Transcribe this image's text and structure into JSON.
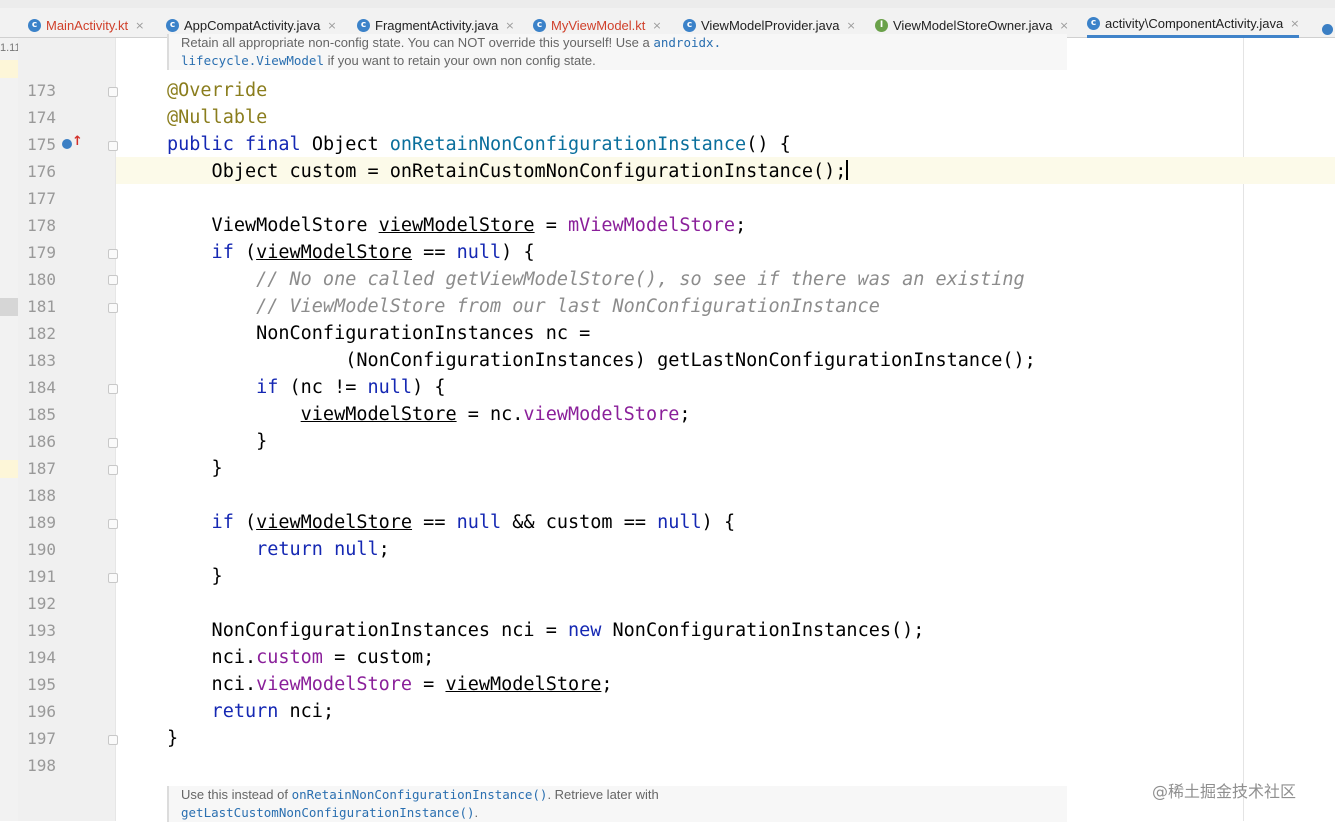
{
  "tabs": [
    {
      "label": "MainActivity.kt",
      "color": "#d0402b",
      "icon": "kotlin-class-icon",
      "active": false
    },
    {
      "label": "AppCompatActivity.java",
      "color": "#222222",
      "icon": "java-class-icon",
      "active": false
    },
    {
      "label": "FragmentActivity.java",
      "color": "#222222",
      "icon": "java-class-icon",
      "active": false
    },
    {
      "label": "MyViewModel.kt",
      "color": "#d0402b",
      "icon": "kotlin-class-icon",
      "active": false
    },
    {
      "label": "ViewModelProvider.java",
      "color": "#222222",
      "icon": "java-class-icon",
      "active": false
    },
    {
      "label": "ViewModelStoreOwner.java",
      "color": "#222222",
      "icon": "java-interface-icon",
      "active": false
    },
    {
      "label": "activity\\ComponentActivity.java",
      "color": "#222222",
      "icon": "java-class-icon",
      "active": true
    }
  ],
  "left_strip_label": "1.11",
  "doc_top": {
    "line1_text": "Retain all appropriate non-config state. You can NOT override this yourself! Use a ",
    "line1_code": "androidx.",
    "line2_code": "lifecycle.ViewModel",
    "line2_text": " if you want to retain your own non config state."
  },
  "line_numbers": [
    "173",
    "174",
    "175",
    "176",
    "177",
    "178",
    "179",
    "180",
    "181",
    "182",
    "183",
    "184",
    "185",
    "186",
    "187",
    "188",
    "189",
    "190",
    "191",
    "192",
    "193",
    "194",
    "195",
    "196",
    "197",
    "198"
  ],
  "code": {
    "l173": "@Override",
    "l174": "@Nullable",
    "l175_kw1": "public",
    "l175_kw2": "final",
    "l175_type": "Object",
    "l175_fn": "onRetainNonConfigurationInstance",
    "l175_tail": "() {",
    "l176": "    Object custom = onRetainCustomNonConfigurationInstance();",
    "l178_type": "    ViewModelStore ",
    "l178_var": "viewModelStore",
    "l178_eq": " = ",
    "l178_field": "mViewModelStore",
    "l178_end": ";",
    "l179_kw": "    if",
    "l179_a": " (",
    "l179_var": "viewModelStore",
    "l179_b": " == ",
    "l179_null": "null",
    "l179_c": ") {",
    "l180": "        // No one called getViewModelStore(), so see if there was an existing",
    "l181": "        // ViewModelStore from our last NonConfigurationInstance",
    "l182": "        NonConfigurationInstances nc =",
    "l183": "                (NonConfigurationInstances) getLastNonConfigurationInstance();",
    "l184_kw": "        if",
    "l184_a": " (nc != ",
    "l184_null": "null",
    "l184_b": ") {",
    "l185_pad": "            ",
    "l185_var": "viewModelStore",
    "l185_eq": " = nc.",
    "l185_field": "viewModelStore",
    "l185_end": ";",
    "l186": "        }",
    "l187": "    }",
    "l189_kw": "    if",
    "l189_a": " (",
    "l189_var": "viewModelStore",
    "l189_b": " == ",
    "l189_null1": "null",
    "l189_c": " && custom == ",
    "l189_null2": "null",
    "l189_d": ") {",
    "l190_kw": "        return",
    "l190_sp": " ",
    "l190_null": "null",
    "l190_end": ";",
    "l191": "    }",
    "l193_a": "    NonConfigurationInstances nci = ",
    "l193_kw": "new",
    "l193_b": " NonConfigurationInstances();",
    "l194_a": "    nci.",
    "l194_field": "custom",
    "l194_b": " = custom;",
    "l195_a": "    nci.",
    "l195_field": "viewModelStore",
    "l195_b": " = ",
    "l195_var": "viewModelStore",
    "l195_end": ";",
    "l196_kw": "    return",
    "l196_b": " nci;",
    "l197": "}"
  },
  "doc_bottom": {
    "line1_text": "Use this instead of ",
    "line1_code": "onRetainNonConfigurationInstance()",
    "line1_tail": ". Retrieve later with",
    "line2_code": "getLastCustomNonConfigurationInstance()",
    "line2_tail": "."
  },
  "watermark": "@稀土掘金技术社区",
  "colors": {
    "keyword": "#1528b3",
    "annotation": "#8a7d1d",
    "method": "#0a6f9c",
    "field": "#8a1f9a",
    "comment": "#8c8c8c",
    "active_tab_underline": "#4083c9"
  }
}
